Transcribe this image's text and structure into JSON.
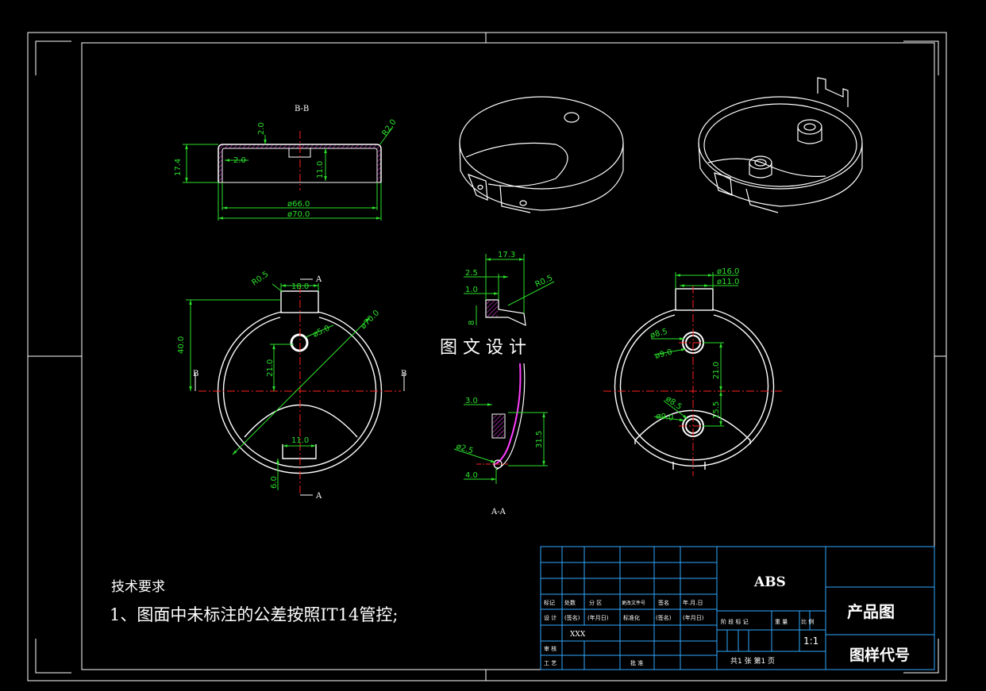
{
  "colors": {
    "background": "#000000",
    "border": "#ffffff",
    "part": "#ffffff",
    "dimension": "#2ce02c",
    "centerline": "#ff2020",
    "hatch": "#ff40ff",
    "title_block": "#30a8ff"
  },
  "watermark": "图 文 设 计",
  "views": {
    "section_bb_label": "B-B",
    "section_aa_label": "A-A",
    "cut_a": "A",
    "cut_b": "B"
  },
  "dims": {
    "bb_t1": "2.0",
    "bb_r": "R2.0",
    "bb_h": "17.4",
    "bb_t2": "2.0",
    "bb_d1": "11.0",
    "bb_dia66": "ø66.0",
    "bb_dia70": "ø70.0",
    "front_r1": "R0.5",
    "front_tab": "18.0",
    "front_40": "40.0",
    "front_21": "21.0",
    "front_hole": "ø5.0",
    "front_dia": "ø70.0",
    "front_11": "11.0",
    "front_6": "6.0",
    "side_17": "17.3",
    "side_25": "2.5",
    "side_10": "1.0",
    "side_r": "R0.5",
    "side_8": "8",
    "side_3": "3.0",
    "side_31": "31.5",
    "side_d25": "ø2.5",
    "side_4": "4.0",
    "back_16": "ø16.0",
    "back_11": "ø11.0",
    "back_85a": "ø8.5",
    "back_9a": "ø9.0",
    "back_21": "21.0",
    "back_85b": "ø8.5",
    "back_9b": "ø9.0",
    "back_155": "15.5"
  },
  "notes": {
    "title": "技术要求",
    "line1": "1、图面中未标注的公差按照IT14管控;"
  },
  "title_block": {
    "material": "ABS",
    "name": "产品图",
    "code": "图样代号",
    "scale": "1:1",
    "designer": "XXX",
    "row_labels": {
      "mark": "标记",
      "count": "处数",
      "zone": "分 区",
      "change_no": "更改文件号",
      "sign": "签名",
      "date": "年.月.日",
      "design": "设 计",
      "sign2": "(签名)",
      "date2": "(年月日)",
      "std": "标准化",
      "sign3": "(签名)",
      "date3": "(年月日)",
      "review": "审 核",
      "process": "工 艺",
      "approve": "批 准"
    },
    "stage_header": "阶 段 标 记",
    "weight": "重 量",
    "ratio": "比 例",
    "sheets": "共1 张   第1 页"
  }
}
